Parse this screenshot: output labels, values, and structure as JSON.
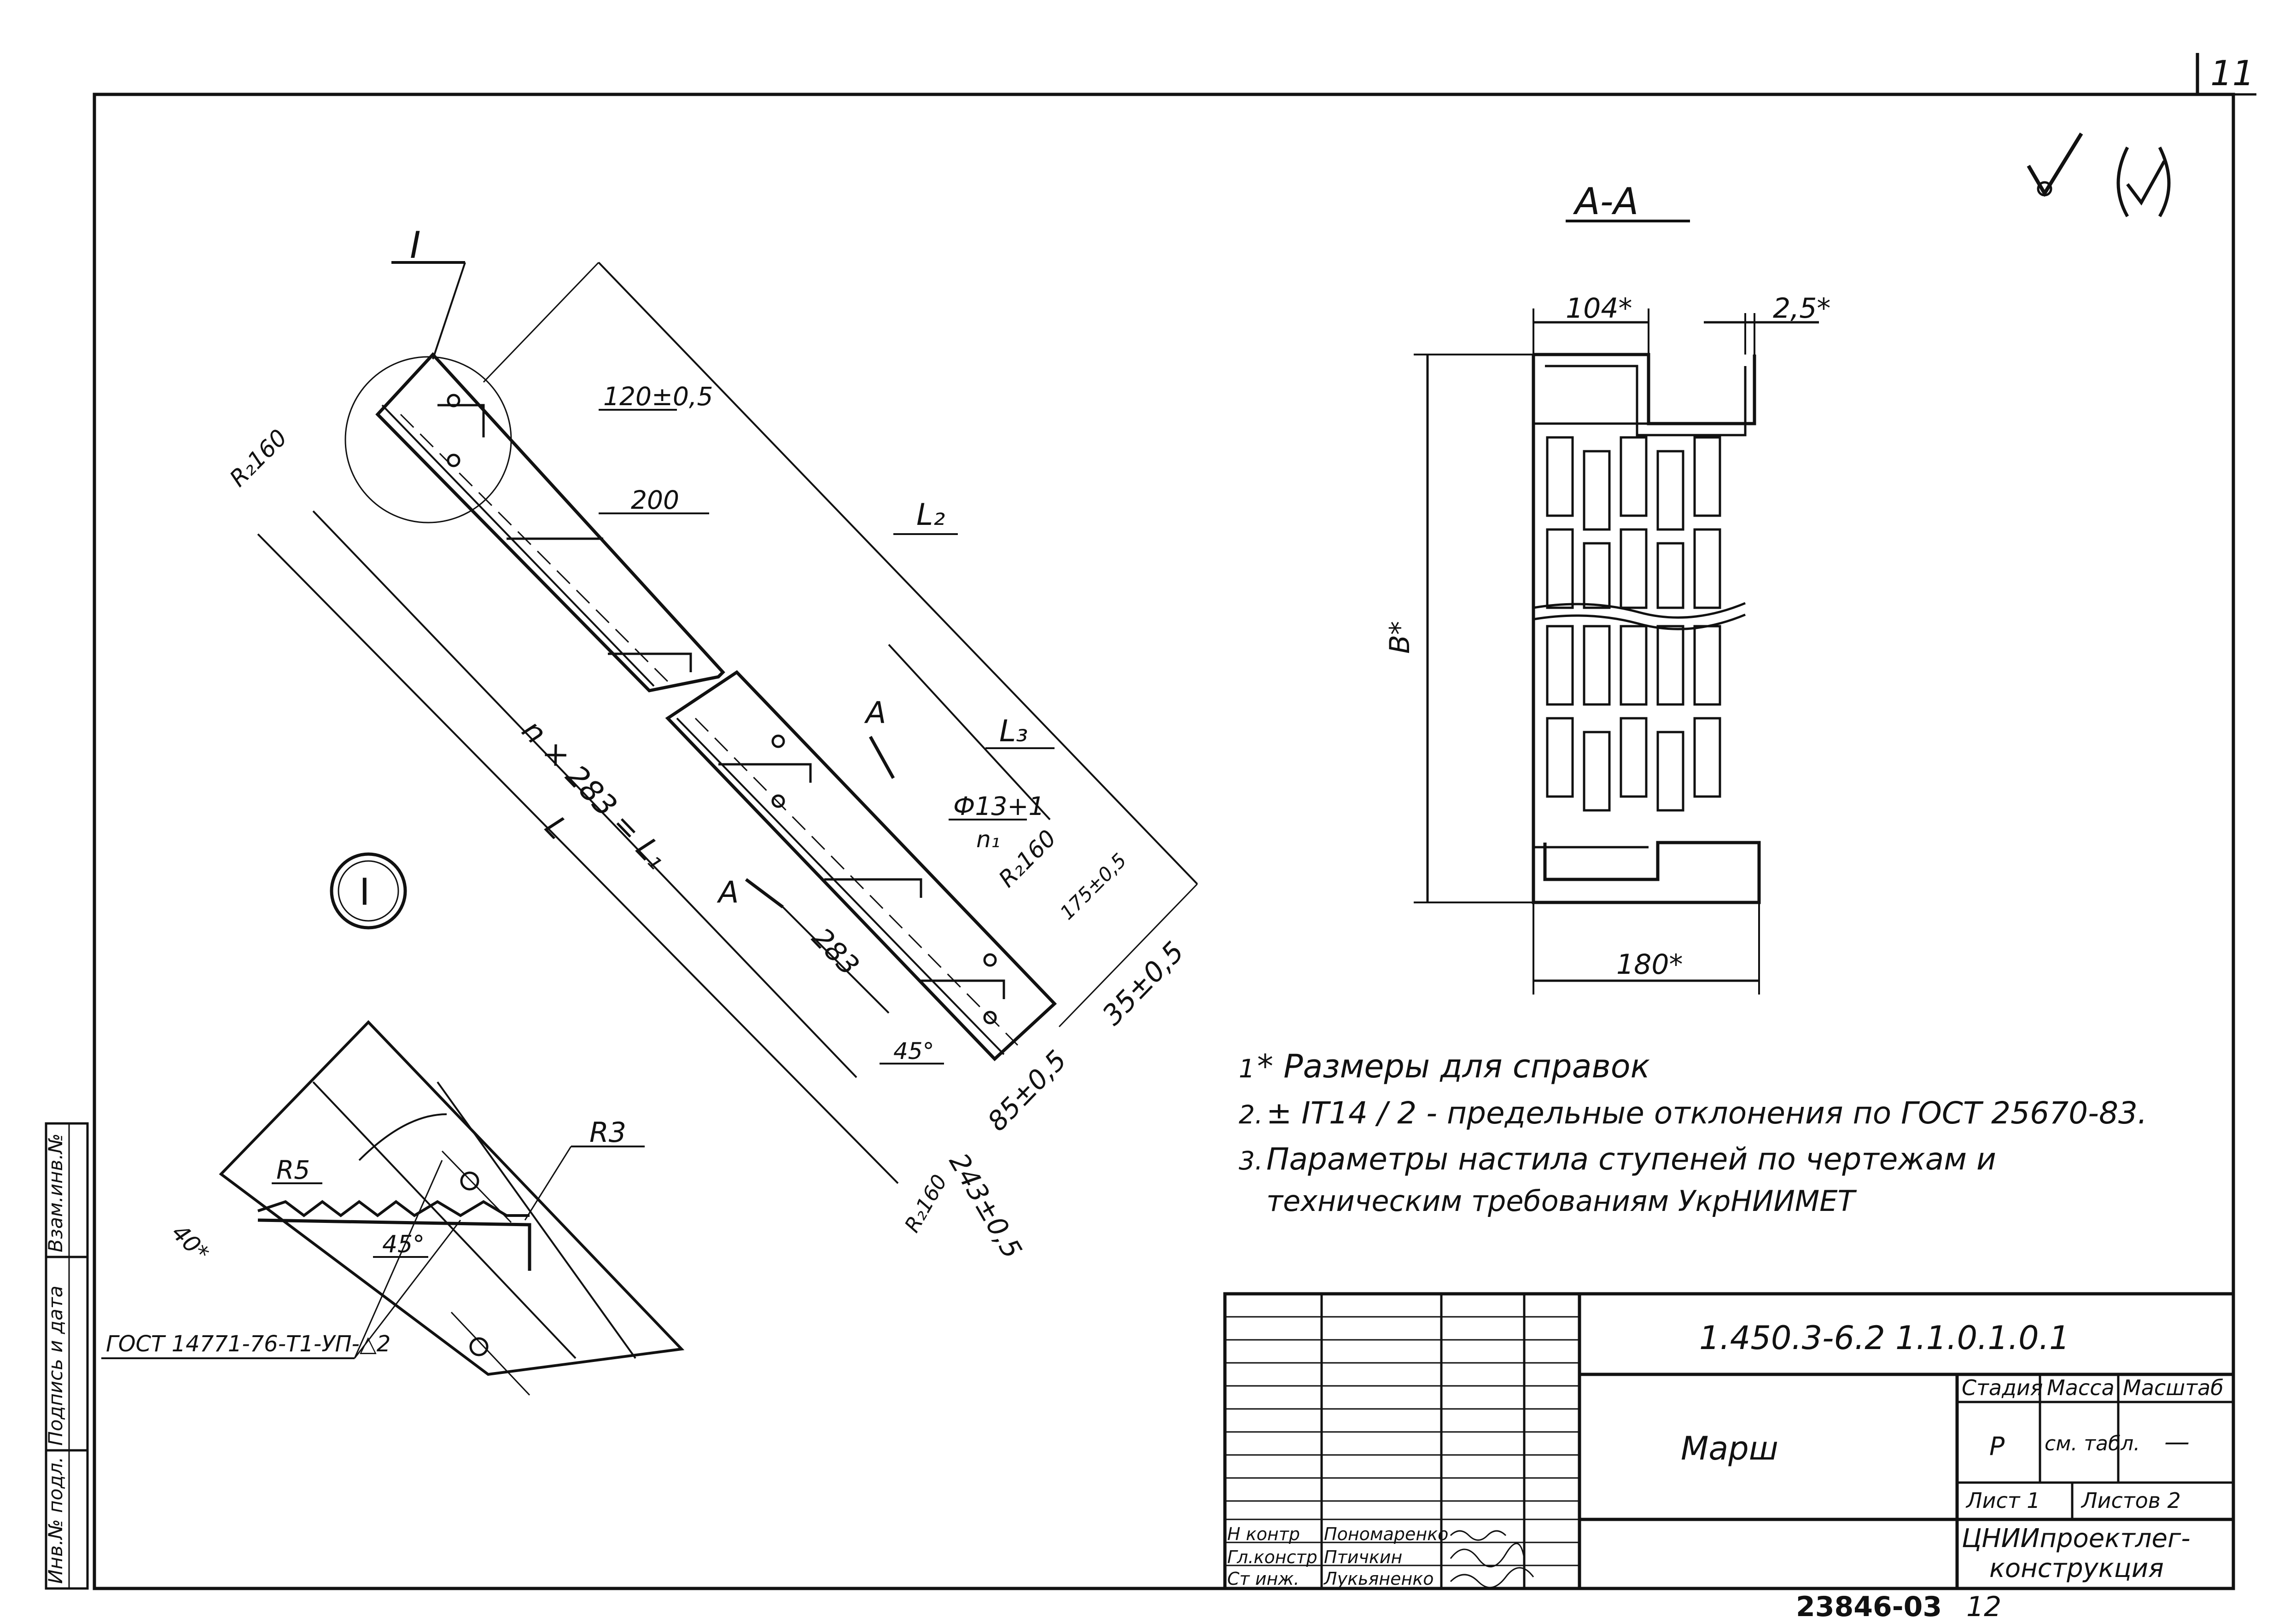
{
  "sheet": {
    "page_number": "11",
    "bottom_code": "23846-03",
    "bottom_page": "12",
    "roughness_mark": "√(√)"
  },
  "section": {
    "title": "А-А",
    "dim_top": "104*",
    "dim_thickness": "2,5*",
    "dim_height": "В*",
    "dim_bottom": "180*"
  },
  "main_view": {
    "callout_label": "I",
    "dim_120": "120±0,5",
    "dim_200": "200",
    "dim_L2": "L₂",
    "dim_L3": "L₃",
    "radius_top": "R₂160",
    "radius_mid": "R₂160",
    "radius_bottom": "R₂160",
    "dim_L1": "n × 283 = L₁",
    "dim_L": "L",
    "cut_A1": "А",
    "cut_A2": "А",
    "hole_dia": "Ф13+1",
    "hole_count": "n₁",
    "dim_175": "175±0,5",
    "dim_283": "283",
    "dim_35": "35±0,5",
    "dim_85": "85±0,5",
    "dim_243": "243±0,5",
    "angle": "45°"
  },
  "detail": {
    "circle_label": "I",
    "r3": "R3",
    "r5": "R5",
    "dim_40": "40*",
    "angle": "45°",
    "gost": "ГОСТ 14771-76-Т1-УП-△2"
  },
  "notes": [
    {
      "num": "1",
      "text": "* Размеры для справок"
    },
    {
      "num": "2.",
      "text": "± IT14 / 2 - предельные отклонения по ГОСТ 25670-83."
    },
    {
      "num": "3.",
      "text": "Параметры настила ступеней по чертежам и"
    },
    {
      "num": "",
      "text": "техническим требованиям УкрНИИМЕТ"
    }
  ],
  "side_stamp": [
    "Инв.№ подл.",
    "Подпись и дата",
    "Взам.инв.№"
  ],
  "title_block": {
    "doc_code": "1.450.3-6.2  1.1.0.1.0.1",
    "name": "Марш",
    "headers": [
      "Стадия",
      "Масса",
      "Масштаб"
    ],
    "stage": "Р",
    "mass": "см. табл.",
    "scale": "—",
    "sheet": "Лист 1",
    "sheets": "Листов 2",
    "org_line1": "ЦНИИпроектлег-",
    "org_line2": "конструкция",
    "signatures": [
      {
        "role": "Н контр",
        "name": "Пономаренко"
      },
      {
        "role": "Гл.констр",
        "name": "Птичкин"
      },
      {
        "role": "Ст инж.",
        "name": "Лукьяненко"
      }
    ]
  }
}
